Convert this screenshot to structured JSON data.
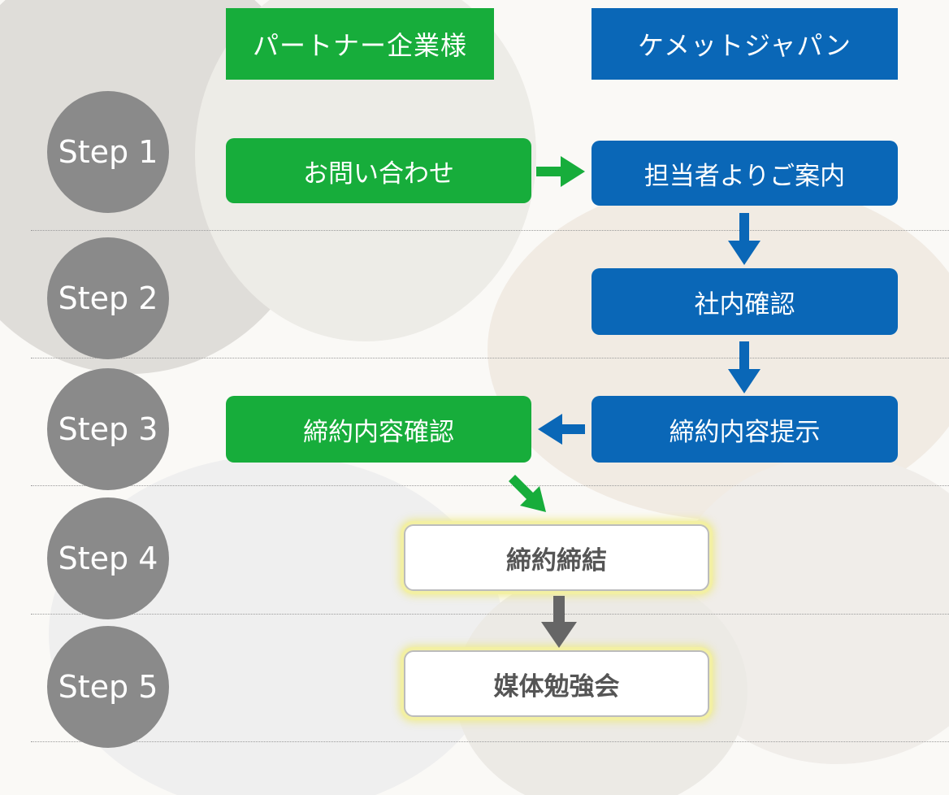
{
  "headers": {
    "partner": "パートナー企業様",
    "kemet": "ケメットジャパン"
  },
  "steps": [
    "Step 1",
    "Step 2",
    "Step 3",
    "Step 4",
    "Step 5"
  ],
  "boxes": {
    "inquiry": "お問い合わせ",
    "guidance": "担当者よりご案内",
    "internal_check": "社内確認",
    "contract_present": "締約内容提示",
    "contract_confirm": "締約内容確認",
    "contract_sign": "締約締結",
    "media_study": "媒体勉強会"
  },
  "colors": {
    "partner_green": "#17ad3b",
    "kemet_blue": "#0a67b7",
    "step_gray": "#8a8a8a",
    "final_arrow_gray": "#666666",
    "highlight_yellow": "#f3f0a3"
  }
}
